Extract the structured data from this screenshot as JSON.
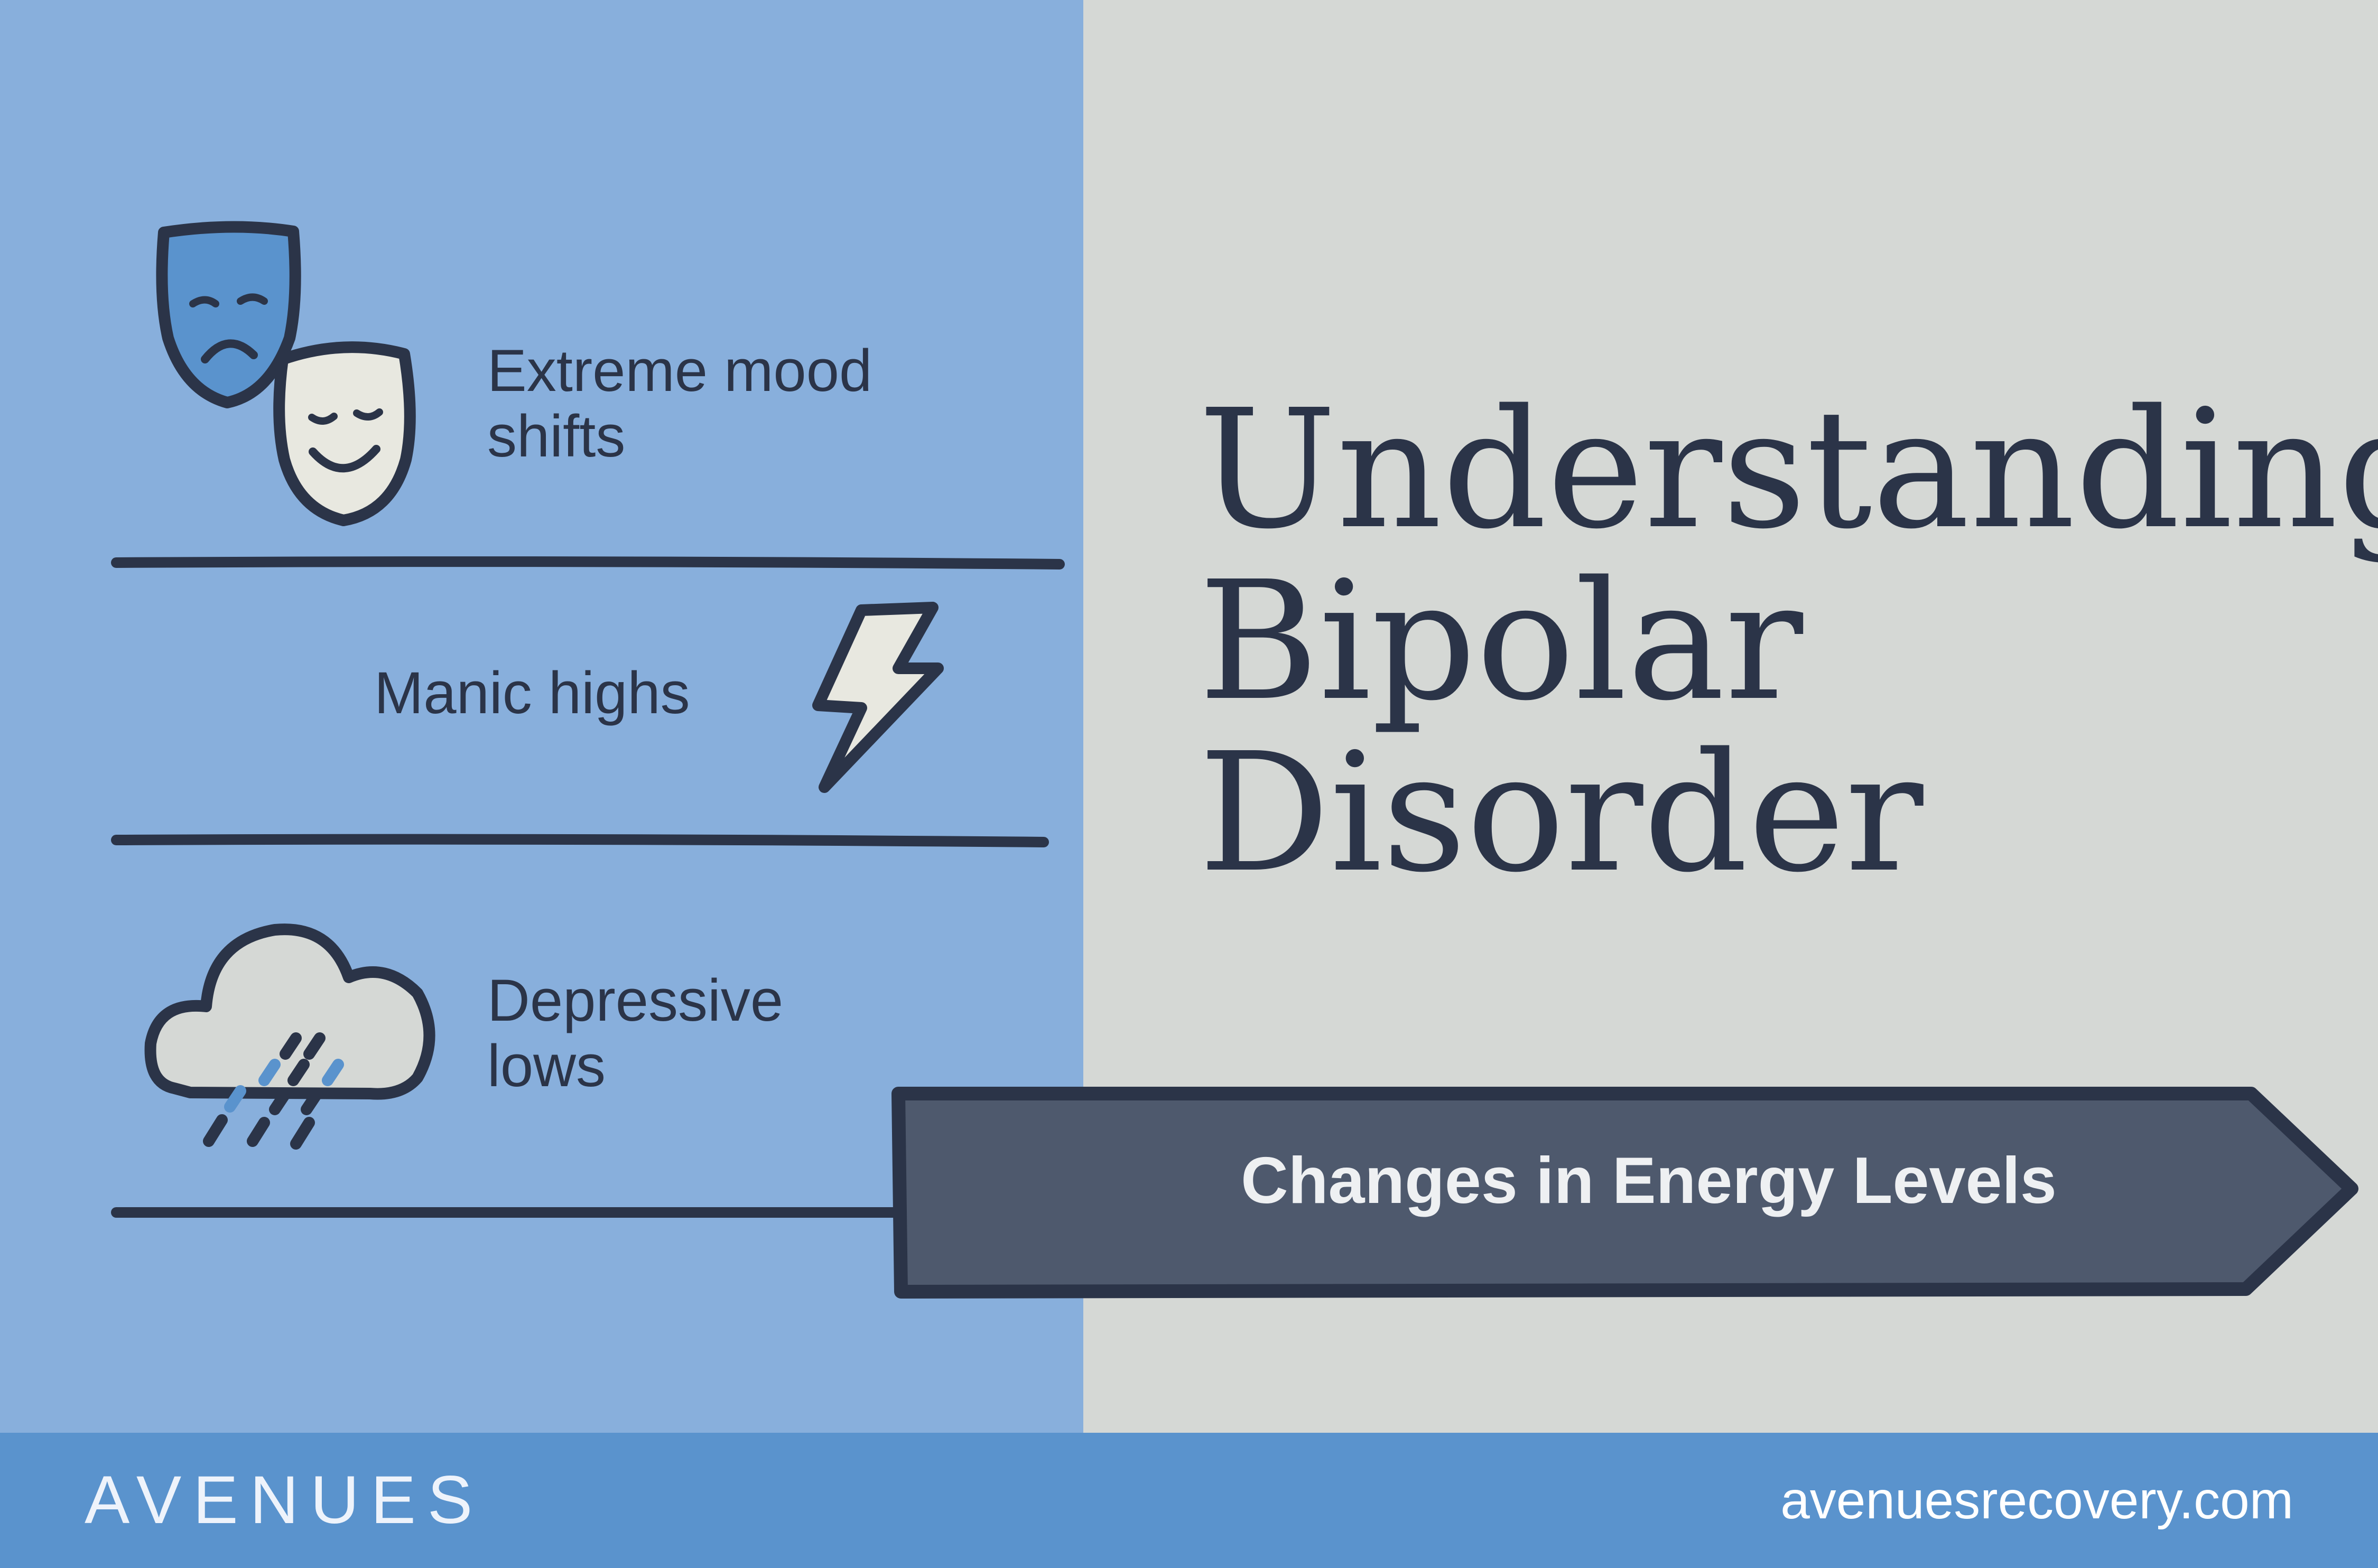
{
  "colors": {
    "left_panel": "#88afdc",
    "right_panel": "#d5d8d5",
    "footer": "#5a93cd",
    "ink": "#2b3448",
    "banner_fill": "#4e596d",
    "mask_blue": "#5a93cd",
    "mask_cream": "#e8e8e0",
    "rain_blue": "#5a93cd"
  },
  "title": {
    "line1": "Understanding",
    "line2": "Bipolar",
    "line3": "Disorder"
  },
  "items": [
    {
      "label_line1": "Extreme mood",
      "label_line2": "shifts",
      "icon": "drama-masks-icon"
    },
    {
      "label_line1": "Manic highs",
      "icon": "lightning-bolt-icon"
    },
    {
      "label_line1": "Depressive",
      "label_line2": "lows",
      "icon": "rain-cloud-icon"
    }
  ],
  "banner": {
    "text": "Changes in Energy Levels"
  },
  "footer": {
    "logo_text": "AVENUES",
    "url": "avenuesrecovery.com"
  }
}
